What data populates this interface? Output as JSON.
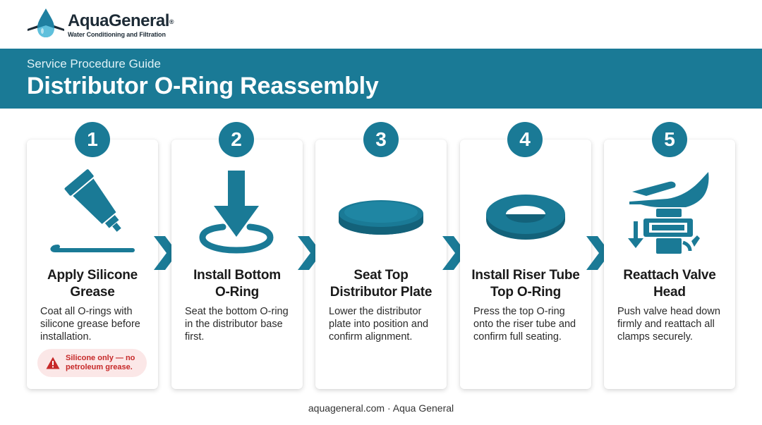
{
  "header": {
    "brand_name": "AquaGeneral",
    "trademark": "®",
    "tagline": "Water Conditioning and Filtration"
  },
  "banner": {
    "subtitle": "Service Procedure Guide",
    "title": "Distributor O-Ring Reassembly"
  },
  "steps": [
    {
      "number": "1",
      "icon": "grease-tube-icon",
      "title_line1": "Apply Silicone",
      "title_line2": "Grease",
      "description": "Coat all O-rings with silicone grease before installation.",
      "warning": {
        "icon": "warning-triangle-icon",
        "line1": "Silicone only — no",
        "line2": "petroleum grease."
      }
    },
    {
      "number": "2",
      "icon": "install-ring-arrow-icon",
      "title_line1": "Install Bottom",
      "title_line2": "O-Ring",
      "description": "Seat the bottom O-ring in the distributor base first."
    },
    {
      "number": "3",
      "icon": "distributor-plate-icon",
      "title_line1": "Seat Top",
      "title_line2": "Distributor Plate",
      "description": "Lower the distributor plate into position and confirm alignment."
    },
    {
      "number": "4",
      "icon": "o-ring-icon",
      "title_line1": "Install Riser Tube",
      "title_line2": "Top O-Ring",
      "description": "Press the top O-ring onto the riser tube and confirm full seating."
    },
    {
      "number": "5",
      "icon": "hand-valve-clamp-icon",
      "title_line1": "Reattach Valve",
      "title_line2": "Head",
      "description": "Push valve head down firmly and reattach all clamps securely."
    }
  ],
  "footer": {
    "text": "aquageneral.com · Aqua General"
  },
  "colors": {
    "primary": "#1a7a96",
    "brand_dark": "#1d2b36",
    "warning_red": "#c62828",
    "warning_bg": "#fbe7e7"
  }
}
